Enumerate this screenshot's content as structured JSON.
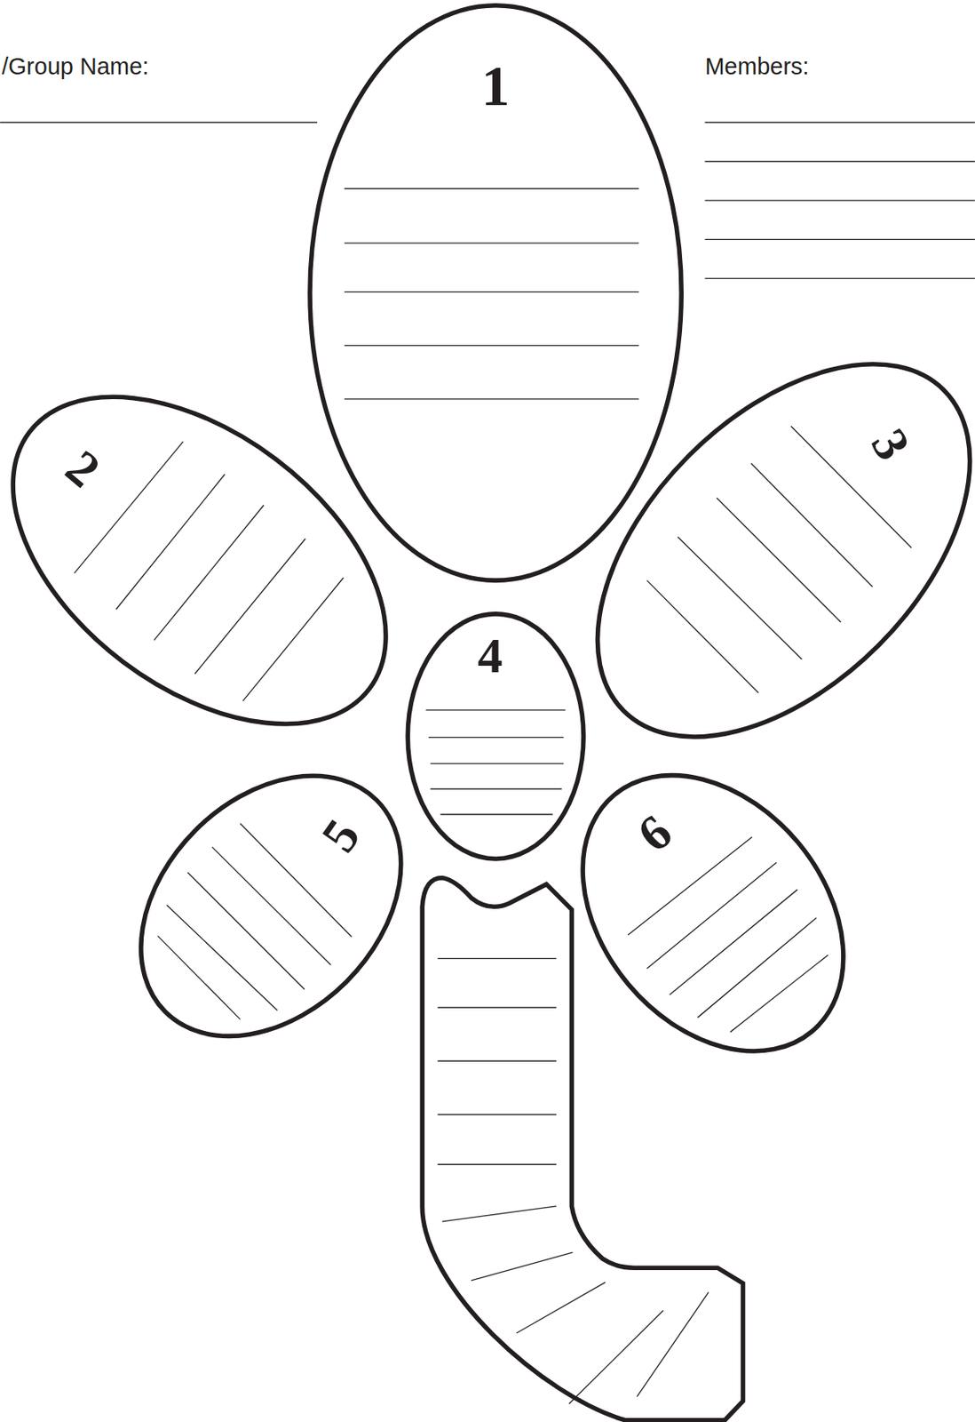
{
  "diagram": {
    "nodes": [
      {
        "text": [
          "1"
        ]
      },
      {
        "text": [
          "2"
        ]
      },
      {
        "text": [
          "3"
        ]
      },
      {
        "text": [
          "4"
        ]
      },
      {
        "text": [
          "5"
        ]
      },
      {
        "text": [
          "6"
        ]
      }
    ],
    "labels": [
      "/Group Name:",
      "Members:"
    ]
  }
}
